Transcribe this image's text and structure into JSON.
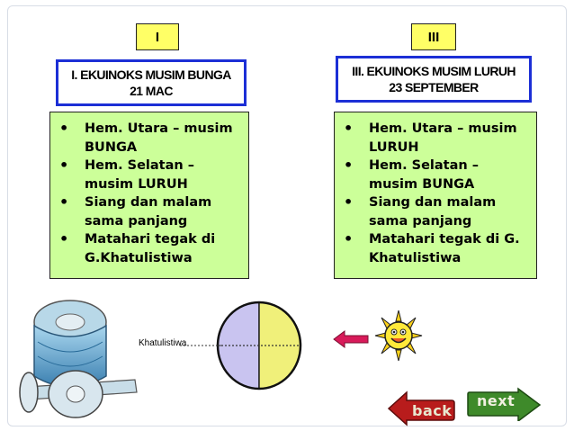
{
  "left_panel": {
    "tab_label": "I",
    "title_line1": "I. EKUINOKS MUSIM BUNGA",
    "title_line2": "21 MAC",
    "bullets": [
      "Hem. Utara – musim BUNGA",
      "Hem. Selatan – musim LURUH",
      "Siang dan malam sama panjang",
      "Matahari tegak di G.Khatulistiwa"
    ]
  },
  "right_panel": {
    "tab_label": "III",
    "title_line1": "III. EKUINOKS MUSIM LURUH",
    "title_line2": "23 SEPTEMBER",
    "bullets": [
      "Hem. Utara – musim LURUH",
      "Hem. Selatan – musim BUNGA",
      "Siang dan malam sama panjang",
      "Matahari tegak di G. Khatulistiwa"
    ]
  },
  "diagram": {
    "equator_label": "Khatulistiwa"
  },
  "nav": {
    "back_label": "back",
    "next_label": "next"
  },
  "colors": {
    "title_border": "#1c2fd6",
    "content_bg": "#ccff99",
    "tab_bg": "#ffff66",
    "earth_day": "#f0f07a",
    "earth_night": "#c9c4f0",
    "arrow": "#d81a5a",
    "back_button": "#b81c1c",
    "next_button": "#3e8a2a"
  }
}
